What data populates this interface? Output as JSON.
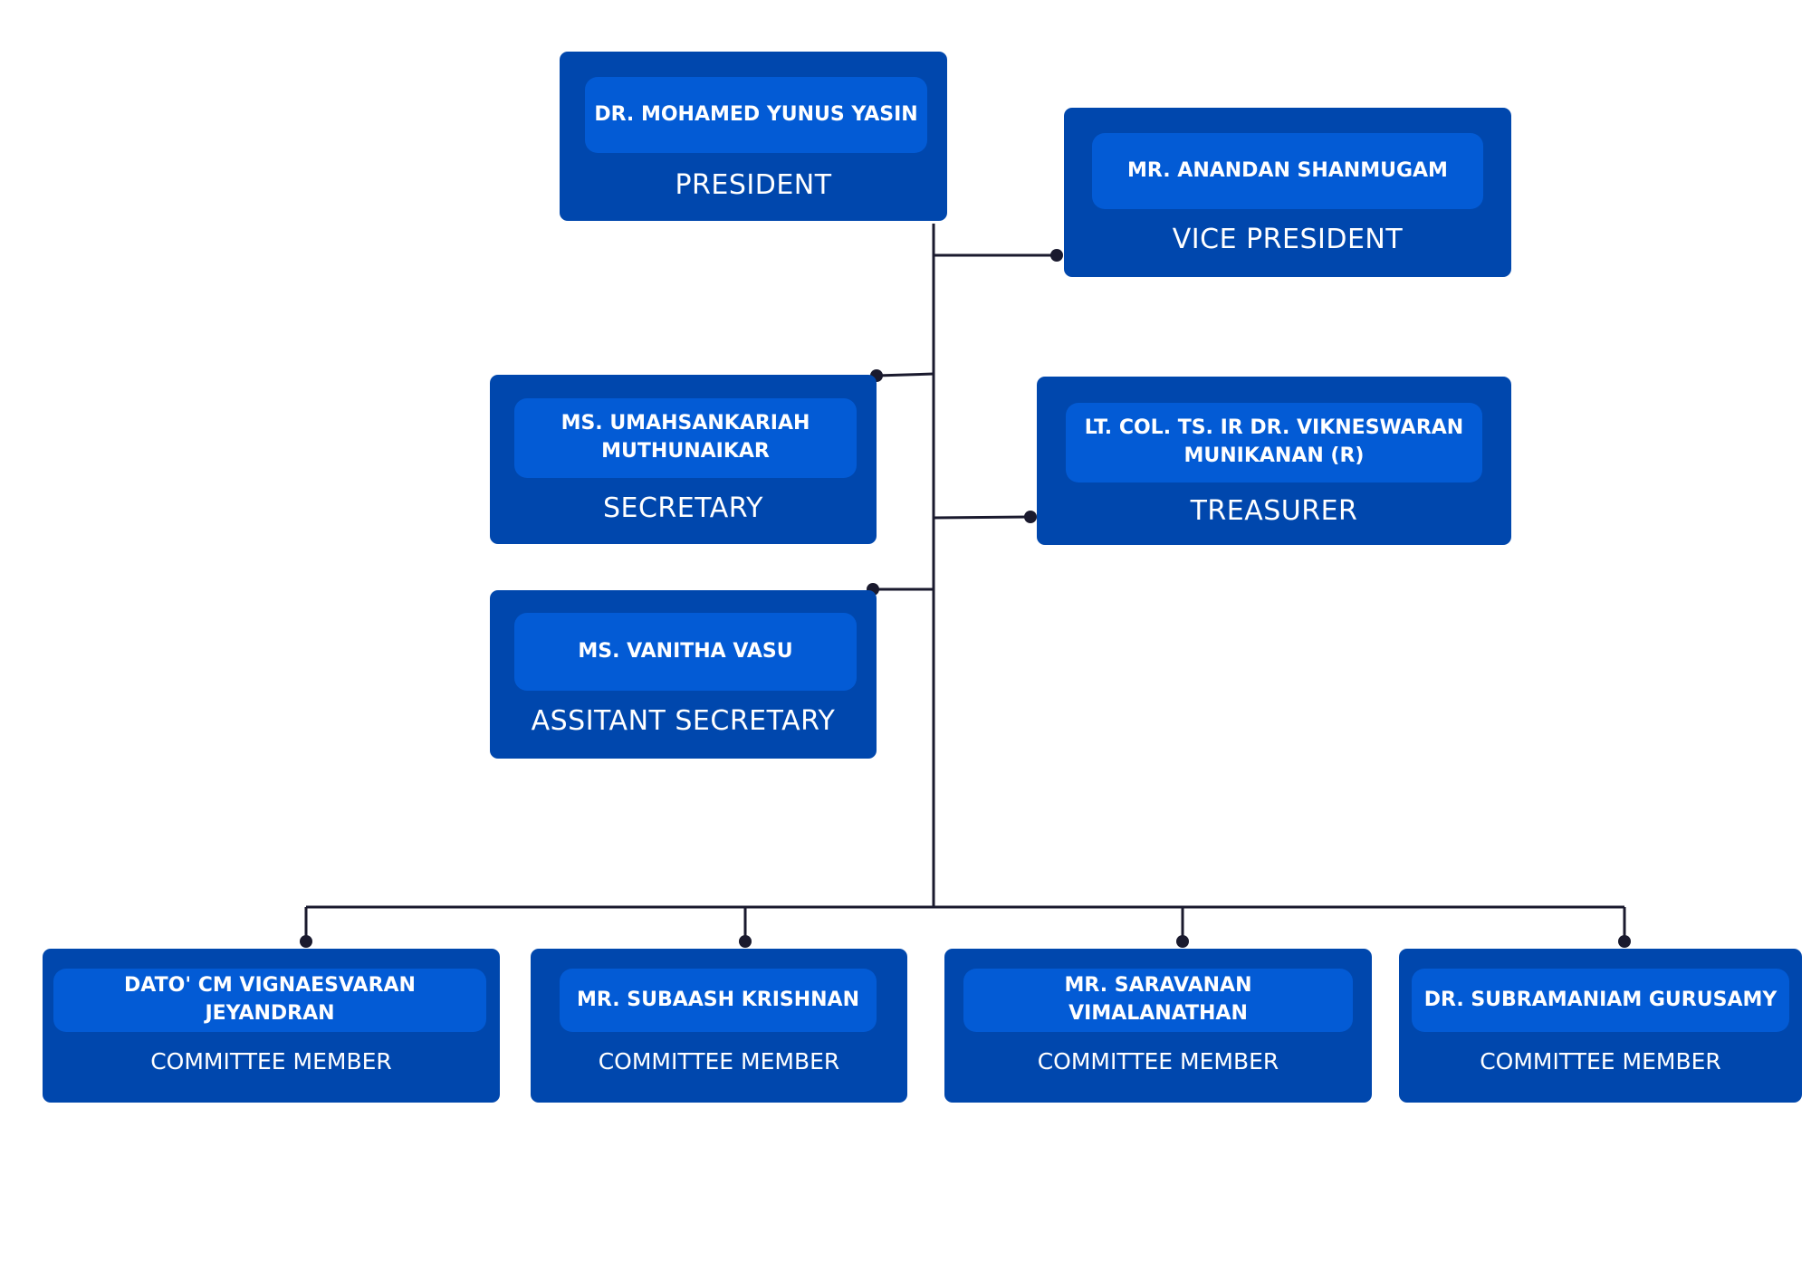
{
  "colors": {
    "card": "#0047ad",
    "name_box": "#035bd5",
    "connector": "#1a1a2e",
    "text": "#ffffff",
    "background": "#ffffff"
  },
  "president": {
    "name": "DR. MOHAMED YUNUS YASIN",
    "role": "PRESIDENT"
  },
  "vice_president": {
    "name": "MR. ANANDAN SHANMUGAM",
    "role": "VICE PRESIDENT"
  },
  "secretary": {
    "name": "MS. UMAHSANKARIAH\nMUTHUNAIKAR",
    "role": "SECRETARY"
  },
  "treasurer": {
    "name": "LT. COL. TS. IR DR. VIKNESWARAN\nMUNIKANAN (R)",
    "role": "TREASURER"
  },
  "assistant_secretary": {
    "name": "MS. VANITHA VASU",
    "role": "ASSITANT SECRETARY"
  },
  "committee": [
    {
      "name": "DATO' CM VIGNAESVARAN JEYANDRAN",
      "role": "COMMITTEE MEMBER"
    },
    {
      "name": "MR. SUBAASH KRISHNAN",
      "role": "COMMITTEE MEMBER"
    },
    {
      "name": "MR. SARAVANAN VIMALANATHAN",
      "role": "COMMITTEE MEMBER"
    },
    {
      "name": "DR. SUBRAMANIAM GURUSAMY",
      "role": "COMMITTEE MEMBER"
    }
  ]
}
